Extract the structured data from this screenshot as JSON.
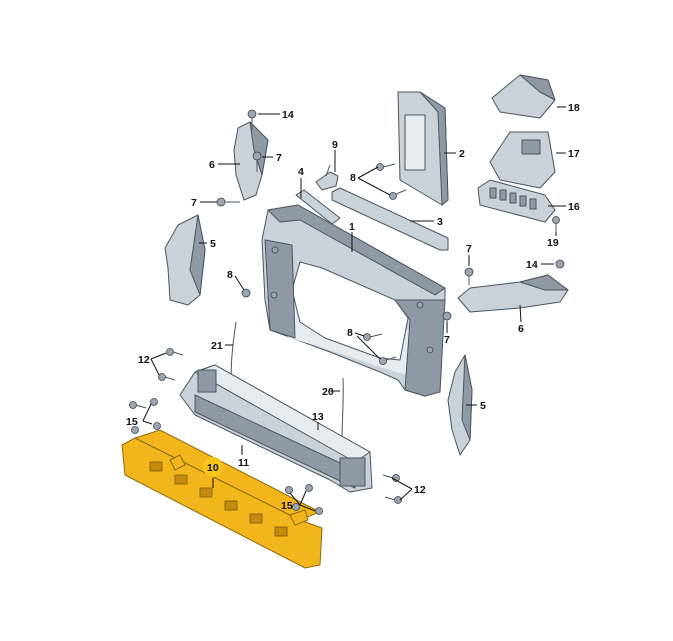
{
  "callouts": {
    "p2": "2",
    "p3": "3",
    "p4": "4",
    "p5a": "5",
    "p5b": "5",
    "p6a": "6",
    "p6b": "6",
    "p7a": "7",
    "p7b": "7",
    "p7c": "7",
    "p7d": "7",
    "p8a": "8",
    "p8b": "8",
    "p8c": "8",
    "p9": "9",
    "p10": "10",
    "p11": "11",
    "p12a": "12",
    "p12b": "12",
    "p13": "13",
    "p14a": "14",
    "p14b": "14",
    "p15a": "15",
    "p15b": "15",
    "p16": "16",
    "p17": "17",
    "p18": "18",
    "p19": "19",
    "p20": "20",
    "p21": "21",
    "p1": "1"
  },
  "highlight": {
    "part": "10",
    "color": "#f5c518"
  },
  "colors": {
    "foam": "#f2b51c",
    "metal": "#c9d1d9",
    "outline": "#4a5560"
  }
}
